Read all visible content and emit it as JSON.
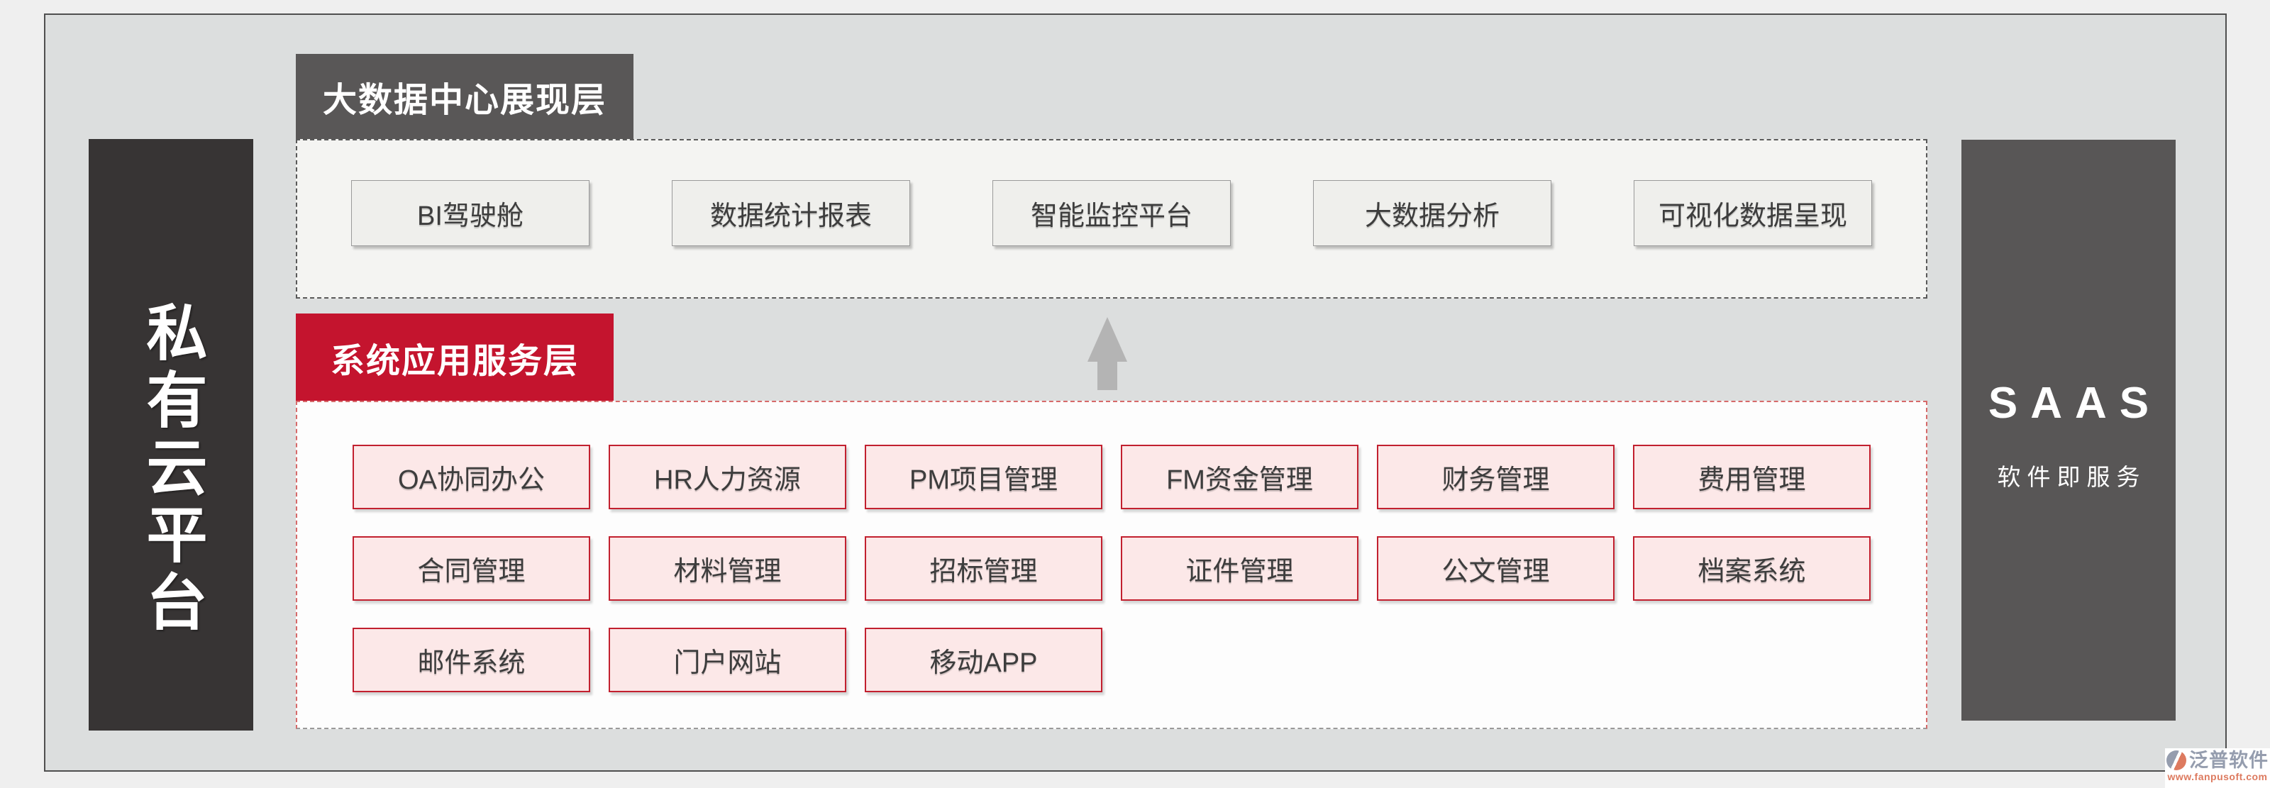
{
  "left_pillar": {
    "label": "私有云平台"
  },
  "right_pillar": {
    "title": "SAAS",
    "subtitle": "软件即服务"
  },
  "layer1": {
    "header": "大数据中心展现层",
    "boxes": [
      "BI驾驶舱",
      "数据统计报表",
      "智能监控平台",
      "大数据分析",
      "可视化数据呈现"
    ]
  },
  "layer2": {
    "header": "系统应用服务层",
    "boxes": [
      "OA协同办公",
      "HR人力资源",
      "PM项目管理",
      "FM资金管理",
      "财务管理",
      "费用管理",
      "合同管理",
      "材料管理",
      "招标管理",
      "证件管理",
      "公文管理",
      "档案系统",
      "邮件系统",
      "门户网站",
      "移动APP"
    ]
  },
  "watermark": {
    "brand": "泛普软件",
    "url": "www.fanpusoft.com"
  },
  "colors": {
    "page-bg": "#efefef",
    "frame-fill": "#dcdede",
    "frame-border": "#4f4f4f",
    "dark-pillar": "#373434",
    "gray-pillar": "#585656",
    "gray-header": "#595757",
    "accent-red": "#c4142e",
    "layer1-fill": "#f4f4f2",
    "layer2-fill": "#fdfdfd",
    "dash-gray": "#595959",
    "dash-gray2": "#9a9a9a",
    "dash-red": "#d66a6a",
    "box-fill": "#efefec",
    "box-border": "#9a9a9a",
    "pink-fill": "#fce8e8",
    "pink-border": "#c2202f",
    "arrow-gray": "#b4b4b4",
    "brand-blue": "#959dae",
    "brand-salmon": "#dd7a5f"
  }
}
